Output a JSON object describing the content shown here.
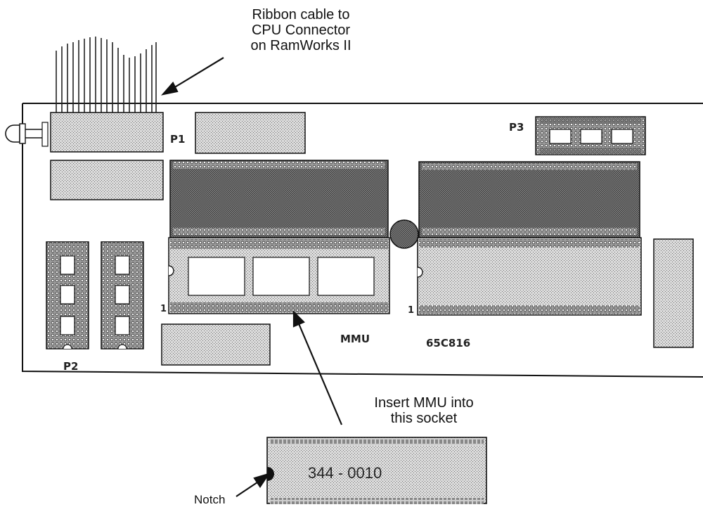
{
  "callouts": {
    "ribbon": [
      "Ribbon cable to",
      "CPU Connector",
      "on RamWorks II"
    ],
    "insert": [
      "Insert MMU into",
      "this socket"
    ],
    "notch": "Notch"
  },
  "board_labels": {
    "p1": "P1",
    "p2": "P2",
    "p3": "P3",
    "mmu": "MMU",
    "cpu": "65C816",
    "pin1_left": "1",
    "pin1_right": "1"
  },
  "chip": {
    "part_number": "344 - 0010"
  }
}
